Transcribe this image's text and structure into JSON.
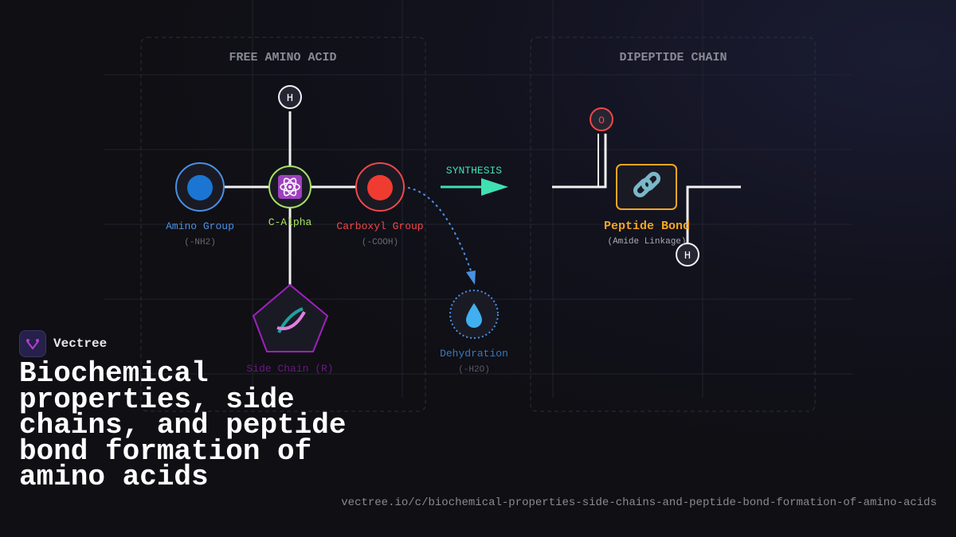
{
  "diagram": {
    "free_amino_acid_label": "FREE AMINO ACID",
    "dipeptide_chain_label": "DIPEPTIDE CHAIN",
    "hydrogen_top": "H",
    "amino_group": {
      "label": "Amino Group",
      "formula": "(-NH2)",
      "icon": "blue-circle-icon",
      "color": "#4a90e2"
    },
    "c_alpha": {
      "label": "C-Alpha",
      "icon": "atom-icon",
      "color": "#a8e063"
    },
    "carboxyl_group": {
      "label": "Carboxyl Group",
      "formula": "(-COOH)",
      "icon": "red-circle-icon",
      "color": "#f04848"
    },
    "side_chain": {
      "label": "Side Chain (R)",
      "icon": "dna-icon",
      "color": "#a020c0"
    },
    "synthesis_label": "SYNTHESIS",
    "synthesis_color": "#40e0b0",
    "dehydration": {
      "label": "Dehydration",
      "formula": "(-H2O)",
      "icon": "water-drop-icon",
      "color": "#4a90e2"
    },
    "oxygen": "O",
    "hydrogen_bottom": "H",
    "peptide_bond": {
      "label": "Peptide Bond",
      "sublabel": "(Amide Linkage)",
      "icon": "link-icon",
      "color": "#f5a623"
    }
  },
  "brand": {
    "name": "Vectree"
  },
  "title": "Biochemical properties, side chains, and peptide bond formation of amino acids",
  "url": "vectree.io/c/biochemical-properties-side-chains-and-peptide-bond-formation-of-amino-acids"
}
